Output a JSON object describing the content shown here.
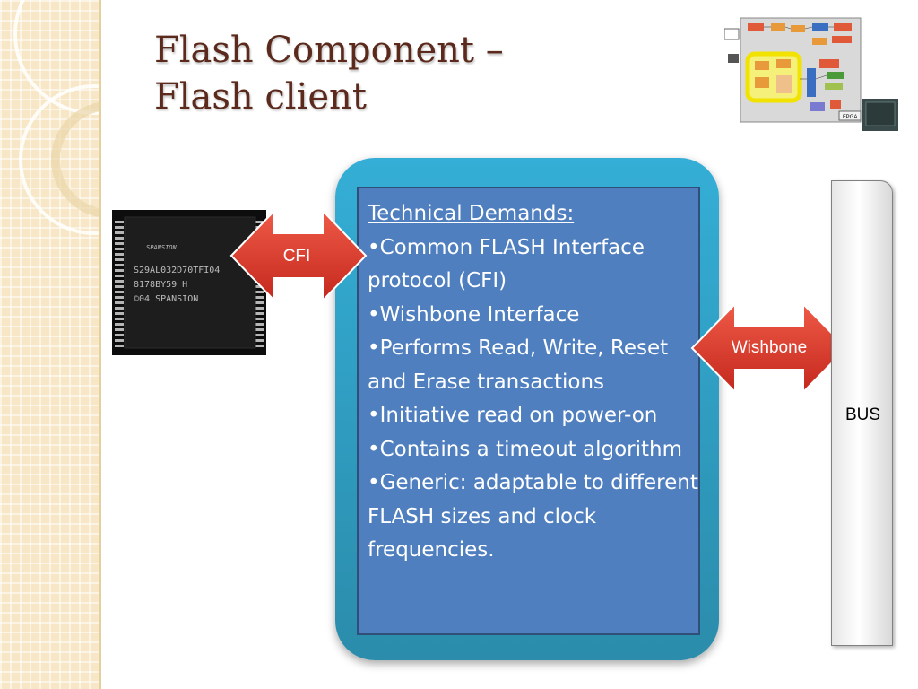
{
  "title": {
    "line1": "Flash Component –",
    "line2": "Flash client"
  },
  "thumbnail": {
    "fpga_label": "FPGA"
  },
  "chip": {
    "brand": "SPANSION",
    "part": "S29AL032D70TFI04",
    "code": "8178BY59 H",
    "copyright": "©04 SPANSION"
  },
  "cfi_arrow": {
    "label": "CFI"
  },
  "wishbone_arrow": {
    "label": "Wishbone"
  },
  "demands": {
    "heading": "Technical Demands:",
    "items": [
      "•Common FLASH Interface protocol  (CFI)",
      "•Wishbone Interface",
      "•Performs Read, Write, Reset and Erase transactions",
      "•Initiative read on power-on",
      "•Contains a timeout algorithm",
      "•Generic: adaptable to different FLASH sizes and clock frequencies."
    ]
  },
  "bus": {
    "label": "BUS"
  },
  "colors": {
    "title": "#5b2a1c",
    "client_box": "#34aed6",
    "demands_box": "#4f7fbf",
    "arrow": "#d93a2b"
  }
}
